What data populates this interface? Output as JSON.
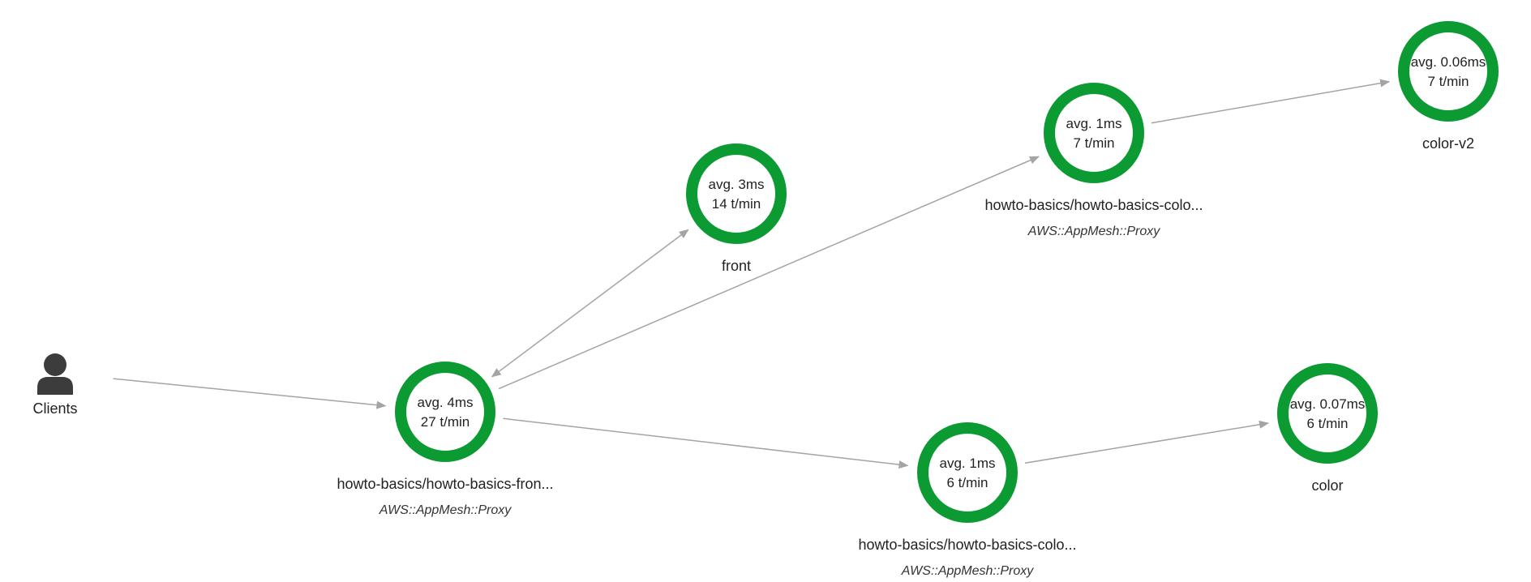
{
  "clients": {
    "label": "Clients",
    "icon": "user-icon"
  },
  "nodes": [
    {
      "id": "frontend-proxy",
      "avg": "avg. 4ms",
      "rate": "27 t/min",
      "name": "howto-basics/howto-basics-fron...",
      "type": "AWS::AppMesh::Proxy"
    },
    {
      "id": "front",
      "avg": "avg. 3ms",
      "rate": "14 t/min",
      "name": "front",
      "type": ""
    },
    {
      "id": "color-proxy-top",
      "avg": "avg. 1ms",
      "rate": "7 t/min",
      "name": "howto-basics/howto-basics-colo...",
      "type": "AWS::AppMesh::Proxy"
    },
    {
      "id": "color-v2",
      "avg": "avg. 0.06ms",
      "rate": "7 t/min",
      "name": "color-v2",
      "type": ""
    },
    {
      "id": "color-proxy-bottom",
      "avg": "avg. 1ms",
      "rate": "6 t/min",
      "name": "howto-basics/howto-basics-colo...",
      "type": "AWS::AppMesh::Proxy"
    },
    {
      "id": "color",
      "avg": "avg. 0.07ms",
      "rate": "6 t/min",
      "name": "color",
      "type": ""
    }
  ],
  "edges": [
    {
      "from": "clients",
      "to": "frontend-proxy",
      "bidirectional": false
    },
    {
      "from": "frontend-proxy",
      "to": "front",
      "bidirectional": true
    },
    {
      "from": "frontend-proxy",
      "to": "color-proxy-top",
      "bidirectional": false
    },
    {
      "from": "color-proxy-top",
      "to": "color-v2",
      "bidirectional": false
    },
    {
      "from": "frontend-proxy",
      "to": "color-proxy-bottom",
      "bidirectional": false
    },
    {
      "from": "color-proxy-bottom",
      "to": "color",
      "bidirectional": false
    }
  ],
  "colors": {
    "healthy_ring": "#0c9a33",
    "edge": "#a4a4a4",
    "client_icon": "#3c3c3c"
  }
}
